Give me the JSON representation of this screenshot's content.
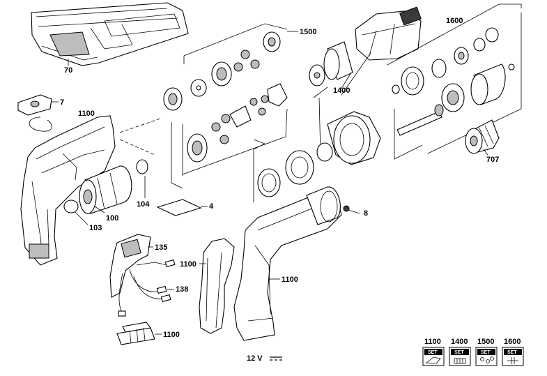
{
  "part_labels": {
    "case": "70",
    "clip": "7",
    "housing_left": "1100",
    "gear_set": "1500",
    "clutch_set": "1600",
    "gear_housing": "1400",
    "seal_ring": "104",
    "motor": "100",
    "motor_pinion": "103",
    "nameplate": "4",
    "screw": "8",
    "switch": "135",
    "cable": "138",
    "grip": "1100",
    "housing_right": "1100",
    "battery_contact": "1100",
    "chuck": "707"
  },
  "voltage_label": "12 V",
  "set_badges": [
    {
      "number": "1100",
      "text": "SET"
    },
    {
      "number": "1400",
      "text": "SET"
    },
    {
      "number": "1500",
      "text": "SET"
    },
    {
      "number": "1600",
      "text": "SET"
    }
  ]
}
